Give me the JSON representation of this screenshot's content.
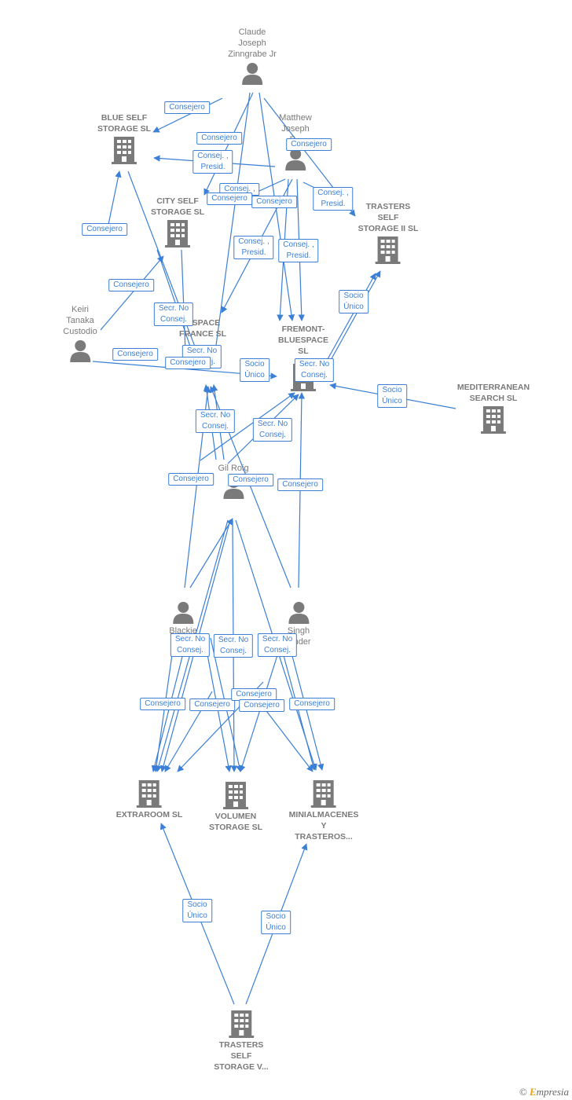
{
  "nodes": {
    "claude": {
      "type": "person",
      "name": "Claude\nJoseph\nZinngrabe Jr"
    },
    "matthew": {
      "type": "person",
      "name": "Matthew\nJoseph\nF..."
    },
    "keiri": {
      "type": "person",
      "name": "Keiri\nTanaka\nCustodio"
    },
    "gilroig": {
      "type": "person",
      "name": "Gil Roig"
    },
    "blackie": {
      "type": "person",
      "name": "Blackie"
    },
    "singh": {
      "type": "person",
      "name": "Singh\n...nder"
    },
    "blueself": {
      "type": "company",
      "name": "BLUE SELF\nSTORAGE SL"
    },
    "cityself": {
      "type": "company",
      "name": "CITY SELF\nSTORAGE SL"
    },
    "trasters2": {
      "type": "company",
      "name": "TRASTERS\nSELF\nSTORAGE II  SL"
    },
    "bluespacefr": {
      "type": "company",
      "name": "...SPACE\nFRANCE  SL"
    },
    "fremont": {
      "type": "company",
      "name": "FREMONT-\nBLUESPACE\nSL"
    },
    "mediterranean": {
      "type": "company",
      "name": "MEDITERRANEAN\nSEARCH SL"
    },
    "extraroom": {
      "type": "company",
      "name": "EXTRAROOM SL"
    },
    "volumen": {
      "type": "company",
      "name": "VOLUMEN\nSTORAGE SL"
    },
    "minialm": {
      "type": "company",
      "name": "MINIALMACENES\nY\nTRASTEROS..."
    },
    "trastersv": {
      "type": "company",
      "name": "TRASTERS\nSELF\nSTORAGE V..."
    }
  },
  "labels": [
    "Consejero",
    "Consejero",
    "Consej. ,\nPresid.",
    "Consejero",
    "Consejero",
    "Consej. ,\nPresid.",
    "Consej. ,",
    "Consejero",
    "Consejero",
    "Consejero",
    "Consej. ,\nPresid.",
    "Consej. ,\nPresid.",
    "Socio\nÚnico",
    "Consejero",
    "Secr.  No\nConsej.",
    "Secr.  No\nConsej.",
    "Consejero",
    "Socio\nÚnico",
    "Secr.  No\nConsej.",
    "Socio\nÚnico",
    "Secr.  No\nConsej.",
    "Secr.  No\nConsej.",
    "Consejero",
    "Consejero",
    "Consejero",
    "Secr.  No\nConsej.",
    "Secr.  No\nConsej.",
    "Secr.  No\nConsej.",
    "Consejero",
    "Consejero",
    "Consejero",
    "Consejero",
    "Consejero",
    "Socio\nÚnico",
    "Socio\nÚnico"
  ],
  "footer": {
    "copyright": "©",
    "brand_initial": "E",
    "brand_rest": "mpresia"
  }
}
